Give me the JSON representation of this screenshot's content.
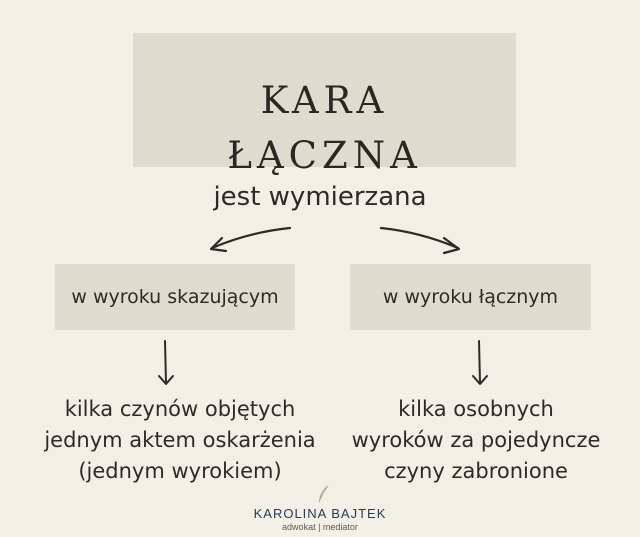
{
  "title": {
    "line1": "KARA",
    "line2": "ŁĄCZNA"
  },
  "subtitle": "jest wymierzana",
  "branches": [
    {
      "box_label": "w wyroku skazującym",
      "description": [
        "kilka czynów objętych",
        "jednym aktem oskarżenia",
        "(jednym wyrokiem)"
      ]
    },
    {
      "box_label": "w wyroku łącznym",
      "description": [
        "kilka osobnych",
        "wyroków za pojedyncze",
        "czyny zabronione"
      ]
    }
  ],
  "logo": {
    "name": "KAROLINA BAJTEK",
    "tagline": "adwokat | mediator",
    "icon": "feather-icon"
  },
  "colors": {
    "background": "#f2efe6",
    "box": "#dedbcf",
    "text": "#2e2b27",
    "logo_name": "#2d3a55"
  }
}
